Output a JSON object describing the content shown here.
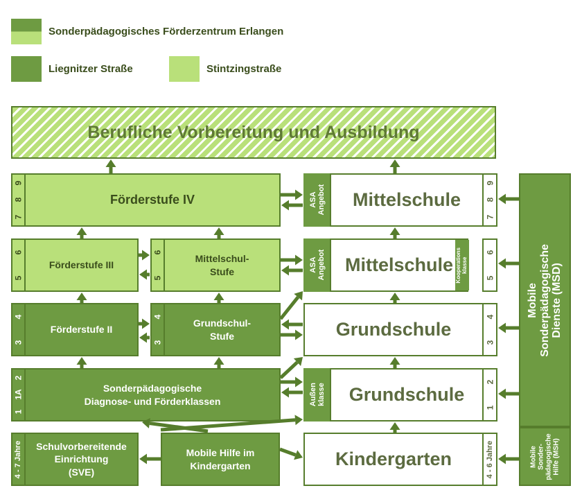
{
  "legend": {
    "center": "Sonderpädagogisches Förderzentrum Erlangen",
    "liegnitzer": "Liegnitzer Straße",
    "stintzing": "Stintzingstraße"
  },
  "top_box": "Berufliche Vorbereitung und Ausbildung",
  "left": {
    "foerderstufe_iv": "Förderstufe IV",
    "foerderstufe_iii": "Förderstufe III",
    "mittelschulstufe": "Mittelschul-\nStufe",
    "foerderstufe_ii": "Förderstufe II",
    "grundschulstufe": "Grundschul-\nStufe",
    "diagnose": "Sonderpädagogische\nDiagnose- und Förderklassen",
    "sve": "Schulvorbereitende\nEinrichtung\n(SVE)",
    "mobile_hilfe": "Mobile Hilfe im\nKindergarten"
  },
  "right": {
    "mittelschule_top": "Mittelschule",
    "mittelschule": "Mittelschule",
    "grundschule_top": "Grundschule",
    "grundschule": "Grundschule",
    "kindergarten": "Kindergarten"
  },
  "tags": {
    "asa1": "ASA\nAngebot",
    "asa2": "ASA\nAngebot",
    "aussenklasse": "Außen\nklasse",
    "kooperation": "Kooperations\nklasse"
  },
  "grades": {
    "r1": [
      "9",
      "8",
      "7"
    ],
    "r2": [
      "6",
      "5"
    ],
    "r3": [
      "4",
      "3"
    ],
    "r4": [
      "2",
      "1A",
      "1"
    ],
    "r4r": [
      "2",
      "1"
    ],
    "sve_age": "4 - 7 Jahre",
    "kg_age": "4 - 6 Jahre"
  },
  "msd": "Mobile Sonderpädagogische Dienste (MSD)",
  "msh": "Mobile\nSonder-\npädagogische\nHilfe (MSH)",
  "colors": {
    "dark": "#6e9b42",
    "light": "#b9e07a",
    "border": "#567d2c",
    "text": "#5c6b40"
  }
}
